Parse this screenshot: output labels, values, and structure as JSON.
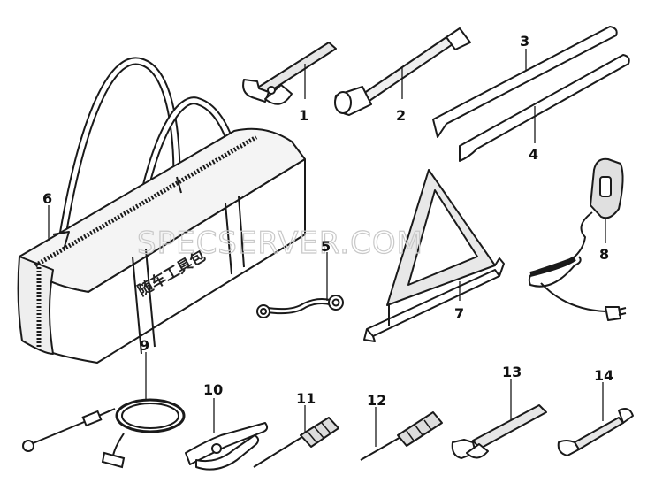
{
  "diagram": {
    "watermark": "SPECSERVER.COM",
    "bag_label": "随车工具包",
    "part_numbers": [
      "1",
      "2",
      "3",
      "4",
      "5",
      "6",
      "7",
      "8",
      "9",
      "10",
      "11",
      "12",
      "13",
      "14"
    ]
  },
  "colors": {
    "line": "#1a1a1a",
    "fill_light": "#ffffff",
    "fill_shade": "#d9d9d9",
    "watermark": "#c8c8c8"
  }
}
